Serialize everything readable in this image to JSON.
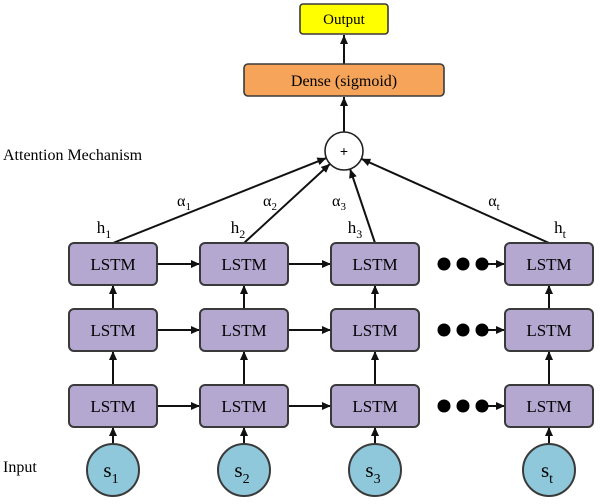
{
  "labels": {
    "output": "Output",
    "dense": "Dense (sigmoid)",
    "sum_symbol": "+",
    "attention": "Attention Mechanism",
    "input": "Input",
    "lstm": "LSTM"
  },
  "hidden_states": [
    {
      "base": "h",
      "sub": "1"
    },
    {
      "base": "h",
      "sub": "2"
    },
    {
      "base": "h",
      "sub": "3"
    },
    {
      "base": "h",
      "sub": "t"
    }
  ],
  "attention_weights": [
    {
      "base": "α",
      "sub": "1"
    },
    {
      "base": "α",
      "sub": "2"
    },
    {
      "base": "α",
      "sub": "3"
    },
    {
      "base": "α",
      "sub": "t"
    }
  ],
  "inputs": [
    {
      "base": "s",
      "sub": "1"
    },
    {
      "base": "s",
      "sub": "2"
    },
    {
      "base": "s",
      "sub": "3"
    },
    {
      "base": "s",
      "sub": "t"
    }
  ],
  "colors": {
    "lstm": "#b4a7d0",
    "dense": "#f7a45b",
    "output": "#ffff00",
    "input": "#8fc8da"
  }
}
